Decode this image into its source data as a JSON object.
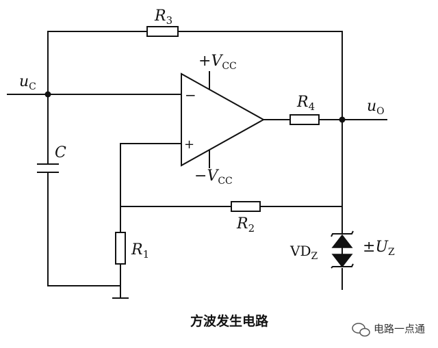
{
  "diagram": {
    "caption": "方波发生电路",
    "watermark": "电路一点通",
    "labels": {
      "r3": {
        "main": "R",
        "sub": "3"
      },
      "r4": {
        "main": "R",
        "sub": "4"
      },
      "r2": {
        "main": "R",
        "sub": "2"
      },
      "r1": {
        "main": "R",
        "sub": "1"
      },
      "c": {
        "main": "C"
      },
      "uc": {
        "main": "u",
        "sub": "C"
      },
      "uo": {
        "main": "u",
        "sub": "O"
      },
      "vcc_pos": {
        "prefix": "+",
        "main": "V",
        "sub": "CC"
      },
      "vcc_neg": {
        "prefix": "−",
        "main": "V",
        "sub": "CC"
      },
      "vdz": {
        "main": "VD",
        "sub": "Z"
      },
      "uz": {
        "prefix": "±",
        "main": "U",
        "sub": "Z"
      },
      "minus_input": "−",
      "plus_input": "+"
    }
  }
}
